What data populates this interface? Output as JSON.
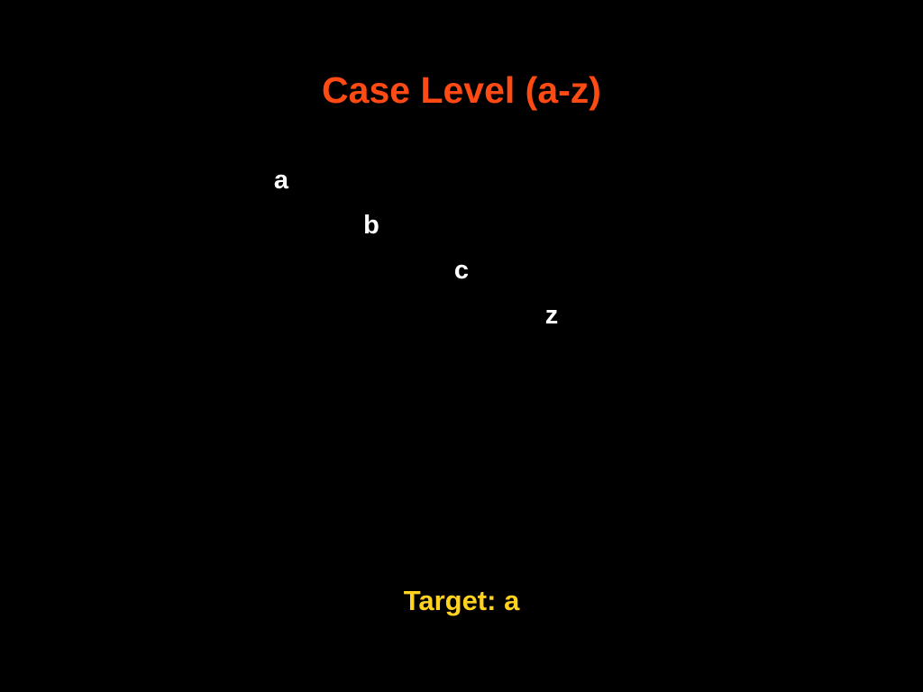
{
  "level": {
    "title": "Case Level (a-z)",
    "title_color": "#ff4a14"
  },
  "letters": [
    {
      "char": "a"
    },
    {
      "char": "b"
    },
    {
      "char": "c"
    },
    {
      "char": "z"
    }
  ],
  "letter_color": "#ffffff",
  "target": {
    "text": "Target: a",
    "color": "#ffd21f"
  },
  "background_color": "#000000"
}
